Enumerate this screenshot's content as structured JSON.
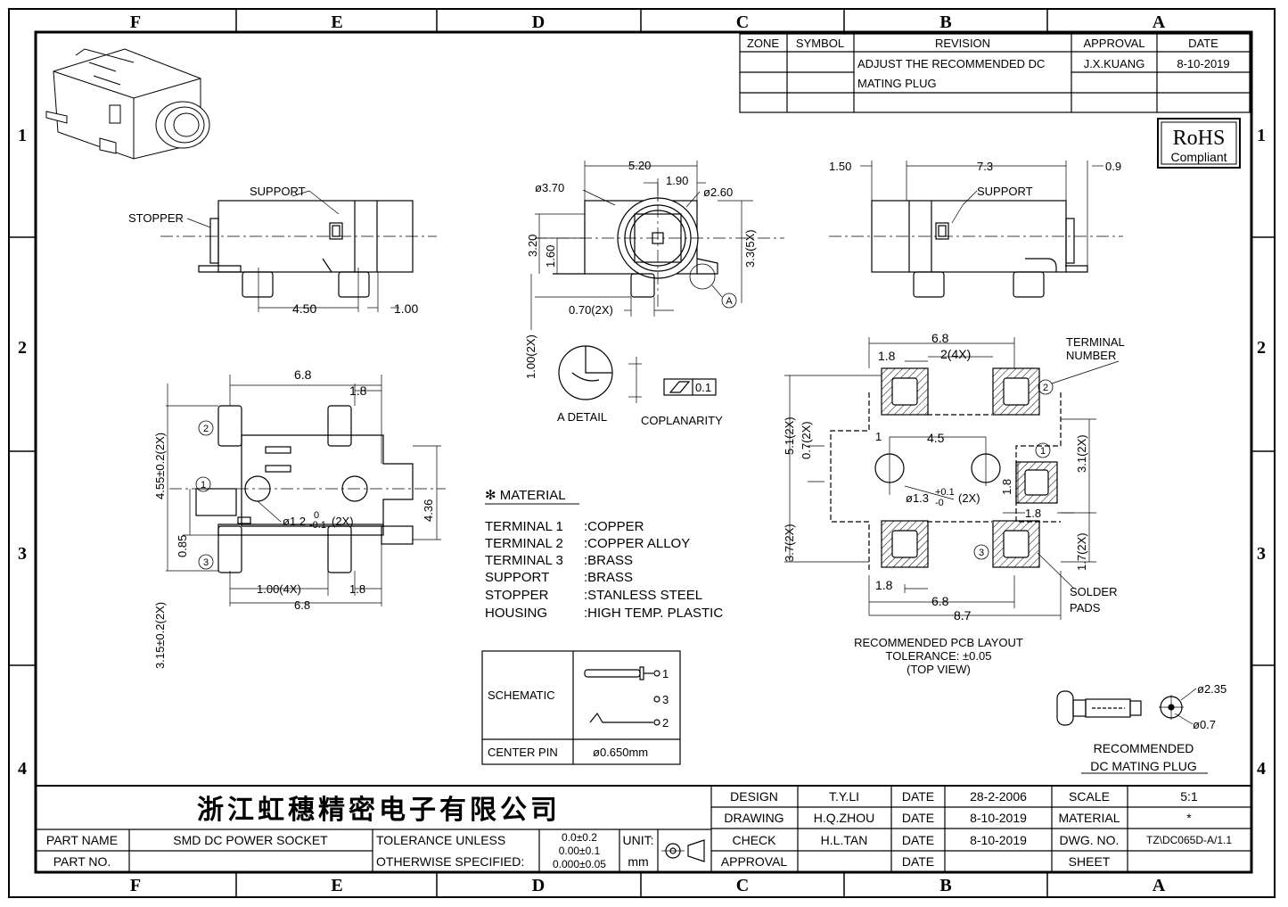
{
  "border": {
    "columns_top": [
      "F",
      "E",
      "D",
      "C",
      "B",
      "A"
    ],
    "columns_bottom": [
      "F",
      "E",
      "D",
      "C",
      "B",
      "A"
    ],
    "rows_left": [
      "1",
      "2",
      "3",
      "4"
    ],
    "rows_right": [
      "1",
      "2",
      "3",
      "4"
    ]
  },
  "revision_table": {
    "headers": [
      "ZONE",
      "SYMBOL",
      "REVISION",
      "APPROVAL",
      "DATE"
    ],
    "revision_line1": "ADJUST THE RECOMMENDED DC",
    "revision_line2": "MATING PLUG",
    "approval": "J.X.KUANG",
    "date": "8-10-2019"
  },
  "rohs": {
    "title": "RoHS",
    "subtitle": "Compliant"
  },
  "left_view": {
    "support": "SUPPORT",
    "stopper": "STOPPER",
    "dim_450": "4.50",
    "dim_100": "1.00"
  },
  "front_view": {
    "d370": "ø3.70",
    "w520": "5.20",
    "w190": "1.90",
    "d260": "ø2.60",
    "h320": "3.20",
    "h160": "1.60",
    "h33": "3.3(5X)",
    "a": "A",
    "w070": "0.70(2X)",
    "h100": "1.00(2X)"
  },
  "detail": {
    "a_detail": "A DETAIL",
    "coplanarity": "COPLANARITY",
    "tol": "0.1"
  },
  "right_view": {
    "d150": "1.50",
    "d73": "7.3",
    "d09": "0.9",
    "support": "SUPPORT"
  },
  "bottom_view": {
    "d68": "6.8",
    "d18": "1.8",
    "d455": "4.55±0.2(2X)",
    "d436": "4.36",
    "d085": "0.85",
    "d315": "3.15±0.2(2X)",
    "hole": "ø1.2",
    "hole_tol_top": "0",
    "hole_tol_bot": "-0.1",
    "hole_count": "(2X)",
    "d100_4x": "1.00(4X)",
    "d18b": "1.8",
    "d68b": "6.8",
    "pin1": "1",
    "pin2": "2",
    "pin3": "3"
  },
  "material": {
    "title": "✻ MATERIAL",
    "rows": [
      {
        "part": "TERMINAL 1",
        "mat": ":COPPER"
      },
      {
        "part": "TERMINAL 2",
        "mat": ":COPPER ALLOY"
      },
      {
        "part": "TERMINAL 3",
        "mat": ":BRASS"
      },
      {
        "part": "SUPPORT",
        "mat": ":BRASS"
      },
      {
        "part": "STOPPER",
        "mat": ":STANLESS STEEL"
      },
      {
        "part": "HOUSING",
        "mat": ":HIGH TEMP. PLASTIC"
      }
    ]
  },
  "schematic": {
    "label": "SCHEMATIC",
    "center_pin": "CENTER PIN",
    "center_val": "ø0.650mm",
    "p1": "1",
    "p3": "3",
    "p2": "2"
  },
  "pcb": {
    "d68": "6.8",
    "d18": "1.8",
    "d2_4x": "2(4X)",
    "terminal": "TERMINAL",
    "number": "NUMBER",
    "d51": "5.1(2X)",
    "d07": "0.7(2X)",
    "one": "1",
    "d45": "4.5",
    "d31": "3.1(2X)",
    "d18v": "1.8",
    "hole": "ø1.3",
    "hole_tol_top": "+0.1",
    "hole_tol_bot": "-0",
    "hole_count": "(2X)",
    "d18h": "1.8",
    "d37": "3.7(2X)",
    "d17": "1.7(2X)",
    "d18c": "1.8",
    "d68b": "6.8",
    "d87": "8.7",
    "solder": "SOLDER",
    "pads": "PADS",
    "c1": "1",
    "c2": "2",
    "c3": "3",
    "title": "RECOMMENDED PCB LAYOUT",
    "tol": "TOLERANCE: ±0.05",
    "view": "(TOP VIEW)"
  },
  "mating_plug": {
    "d235": "ø2.35",
    "d07": "ø0.7",
    "line1": "RECOMMENDED",
    "line2": "DC MATING PLUG"
  },
  "title_block": {
    "company": "浙江虹穗精密电子有限公司",
    "design_label": "DESIGN",
    "design_name": "T.Y.LI",
    "drawing_label": "DRAWING",
    "drawing_name": "H.Q.ZHOU",
    "check_label": "CHECK",
    "check_name": "H.L.TAN",
    "approval_label": "APPROVAL",
    "date_label": "DATE",
    "date1": "28-2-2006",
    "date2": "8-10-2019",
    "date3": "8-10-2019",
    "scale_label": "SCALE",
    "scale_val": "5:1",
    "material_label": "MATERIAL",
    "material_val": "*",
    "dwg_label": "DWG. NO.",
    "dwg_val": "TZ\\DC065D-A/1.1",
    "sheet_label": "SHEET",
    "part_name_label": "PART NAME",
    "part_name_val": "SMD DC POWER SOCKET",
    "part_no_label": "PART NO.",
    "tolerance_line1": "TOLERANCE UNLESS",
    "tolerance_line2": "OTHERWISE SPECIFIED:",
    "tol1": "0.0±0.2",
    "tol2": "0.00±0.1",
    "tol3": "0.000±0.05",
    "unit_label": "UNIT:",
    "unit_val": "mm"
  }
}
